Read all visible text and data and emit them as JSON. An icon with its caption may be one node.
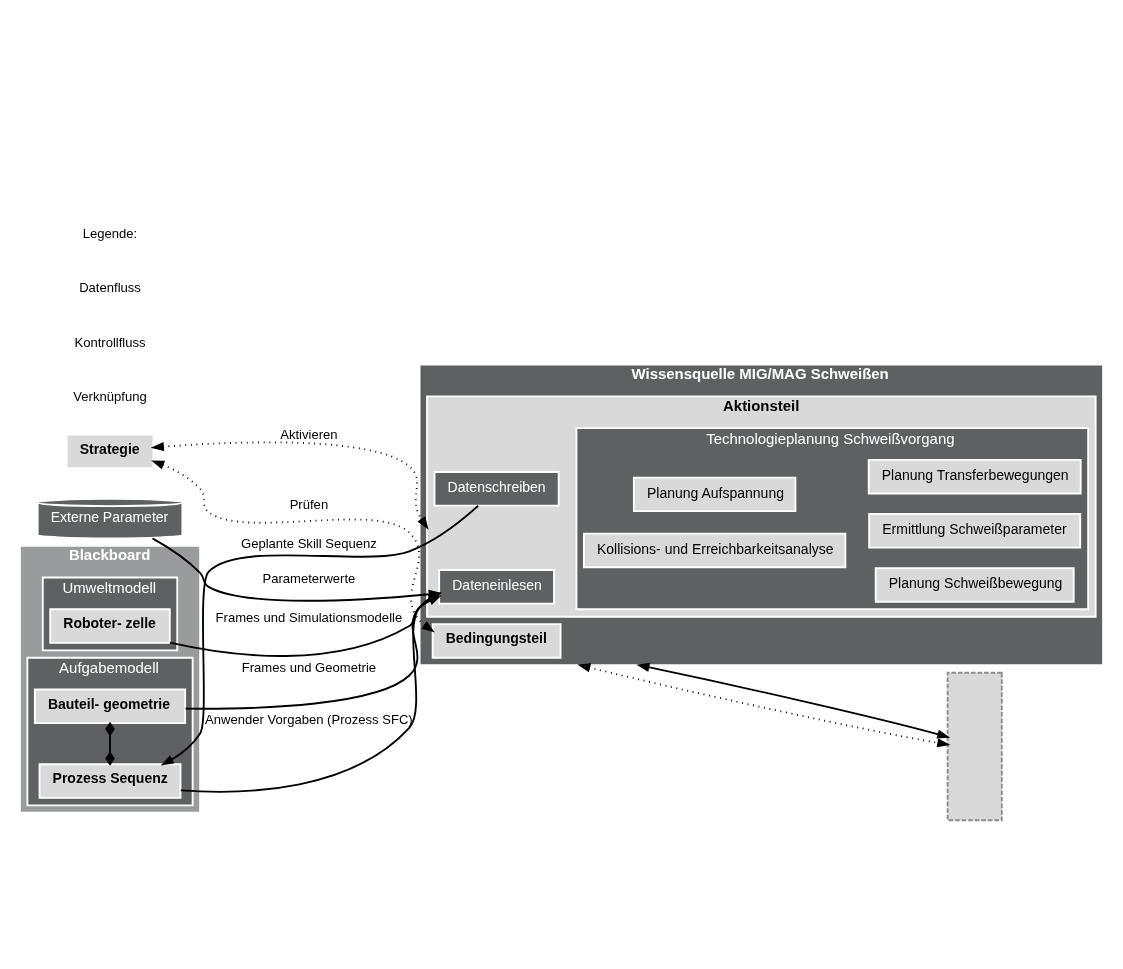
{
  "diagram": {
    "nodes": [
      {
        "text": [
          "Strategie"
        ]
      },
      {
        "text": [
          "Wissensquelle MIG/MAG Schweißen"
        ]
      },
      {
        "text": [
          "Bedingungsteil"
        ],
        "in": 1
      },
      {
        "text": [
          "Aktionsteil"
        ],
        "in": 1
      },
      {
        "text": [
          "Dateneinlesen"
        ],
        "in": 3
      },
      {
        "text": [
          "Technologieplanung Schweißvorgang"
        ],
        "in": 3
      },
      {
        "text": [
          "Ermittlung Schweißparameter"
        ],
        "in": 5
      },
      {
        "text": [
          "Planung Aufspannung"
        ],
        "in": 5
      },
      {
        "text": [
          "Planung Schweißbewegung"
        ],
        "in": 5
      },
      {
        "text": [
          "Kollisions- und Erreichbarkeitsanalyse"
        ],
        "in": 5
      },
      {
        "text": [
          "Planung Transferbewegungen"
        ],
        "in": 5
      },
      {
        "text": [
          "Datenschreiben"
        ],
        "in": 3
      },
      {
        "text": [
          "Externe Parameter"
        ]
      },
      {
        "text": [
          "Blackboard"
        ]
      },
      {
        "text": [
          "Umweltmodell"
        ],
        "in": 13
      },
      {
        "text": [
          "Roboter- zelle"
        ],
        "in": 14
      },
      {
        "text": [
          "Aufgabemodell"
        ],
        "in": 13
      },
      {
        "text": [
          "Bauteil- geometrie"
        ],
        "in": 16
      },
      {
        "text": [
          "Prozess Sequenz"
        ],
        "in": 16
      },
      {
        "text": [],
        "shape": "box"
      }
    ],
    "edges": [
      {
        "from": 0,
        "to": 2,
        "arrow": "both",
        "label": "Prüfen",
        "style": "dashed"
      },
      {
        "from": 0,
        "to": 3,
        "arrow": "both",
        "label": "Aktivieren",
        "style": "dashed"
      },
      {
        "from": 12,
        "to": 4,
        "arrow": "to",
        "label": "Parameterwerte"
      },
      {
        "from": 15,
        "to": 4,
        "arrow": "to",
        "label": "Frames und Simulationsmodelle"
      },
      {
        "from": 17,
        "to": 4,
        "arrow": "to",
        "label": "Frames und Geometrie"
      },
      {
        "from": 18,
        "to": 4,
        "arrow": "to",
        "label": "Anwender Vorgaben (Prozess SFC)"
      },
      {
        "from": 11,
        "to": 18,
        "arrow": "to",
        "label": "Geplante Skill Sequenz"
      },
      {
        "from": 17,
        "to": 18,
        "arrow": "other"
      },
      {
        "from": 1,
        "to": 19,
        "arrow": "both",
        "style": "dashed"
      },
      {
        "from": 1,
        "to": 19,
        "arrow": "both"
      }
    ],
    "labels": [
      "Legende:"
    ],
    "legend": [
      {
        "text": "Datenfluss"
      },
      {
        "text": "Kontrollfluss"
      },
      {
        "text": "Verknüpfung"
      }
    ]
  }
}
